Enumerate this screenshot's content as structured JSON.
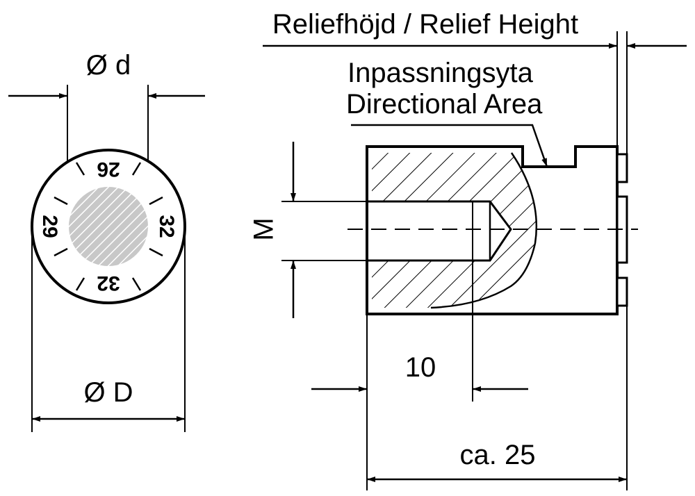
{
  "labels": {
    "relief_height": "Reliefhöjd / Relief Height",
    "directional_area_sv": "Inpassningsyta",
    "directional_area_en": "Directional Area",
    "inner_diameter": "Ø d",
    "outer_diameter": "Ø D",
    "thread": "M",
    "depth": "10",
    "length": "ca. 25"
  },
  "ring_numbers": [
    "26",
    "32",
    "32",
    "29"
  ],
  "colors": {
    "line": "#000000",
    "hatch_fill": "#c8c8c8",
    "background": "#ffffff"
  }
}
